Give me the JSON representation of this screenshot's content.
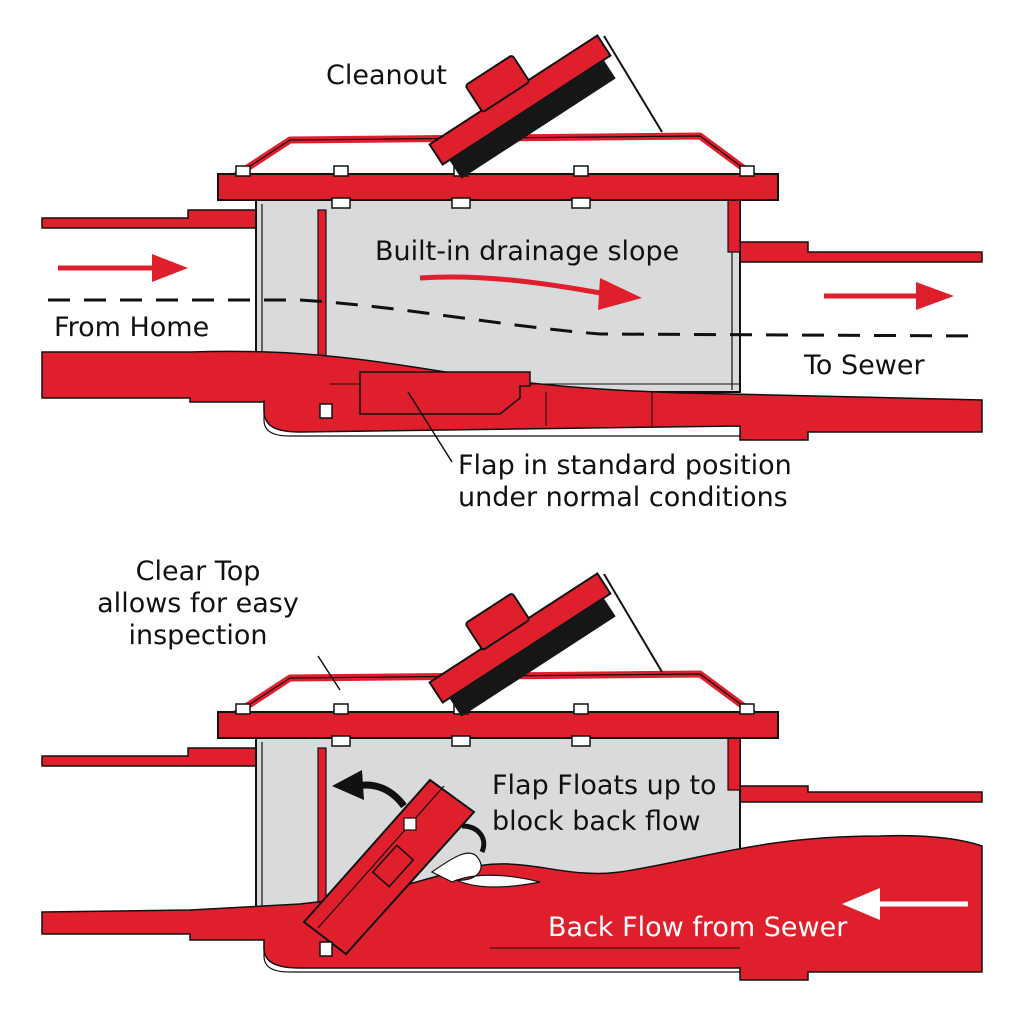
{
  "colors": {
    "valve_red": "#e01f2d",
    "dark_red": "#b0101c",
    "housing_gray": "#d9dadc",
    "outline": "#111111",
    "cap_black": "#161616",
    "arrow_white": "#ffffff"
  },
  "top_panel": {
    "cleanout_label": "Cleanout",
    "slope_label": "Built-in drainage slope",
    "from_label": "From Home",
    "to_label": "To Sewer",
    "flap_label_line1": "Flap in standard position",
    "flap_label_line2": "under normal conditions"
  },
  "bottom_panel": {
    "clear_top_line1": "Clear Top",
    "clear_top_line2": "allows for easy",
    "clear_top_line3": "inspection",
    "float_line1": "Flap Floats up to",
    "float_line2": "block back flow",
    "backflow_label": "Back Flow from Sewer"
  },
  "icons": {
    "flow_arrow": "right-arrow-icon",
    "backflow_arrow": "left-arrow-icon",
    "lift_arrow": "curved-arrow-icon"
  }
}
